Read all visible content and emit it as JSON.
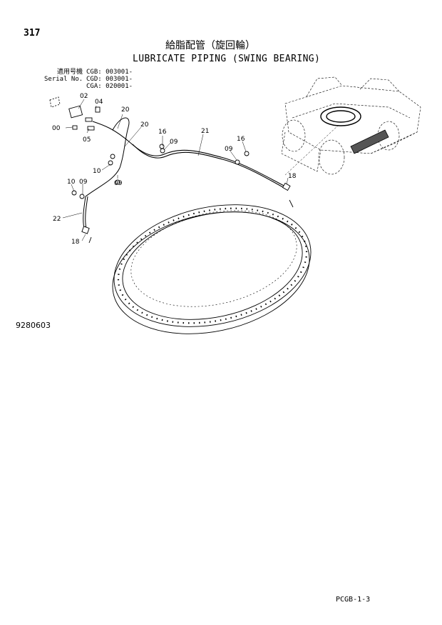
{
  "header": {
    "page_number": "317",
    "title_jp": "給脂配管（旋回輪）",
    "title_en": "LUBRICATE PIPING (SWING BEARING)"
  },
  "serial_info": [
    {
      "label": "適用号機",
      "model": "CGB:",
      "serial": "003001-"
    },
    {
      "label": "Serial No.",
      "model": "CGD:",
      "serial": "003001-"
    },
    {
      "label": "",
      "model": "CGA:",
      "serial": "020001-"
    }
  ],
  "callouts": {
    "c00": "00",
    "c02": "02",
    "c04": "04",
    "c05": "05",
    "c20a": "20",
    "c20b": "20",
    "c16a": "16",
    "c09a": "09",
    "c21": "21",
    "c16b": "16",
    "c09b": "09",
    "c18a": "18",
    "c10a": "10",
    "c09c": "09",
    "c10b": "10",
    "c09d": "09",
    "c22": "22",
    "c18b": "18"
  },
  "footer": {
    "drawing_number": "9280603",
    "page_code": "PCGB-1-3"
  }
}
